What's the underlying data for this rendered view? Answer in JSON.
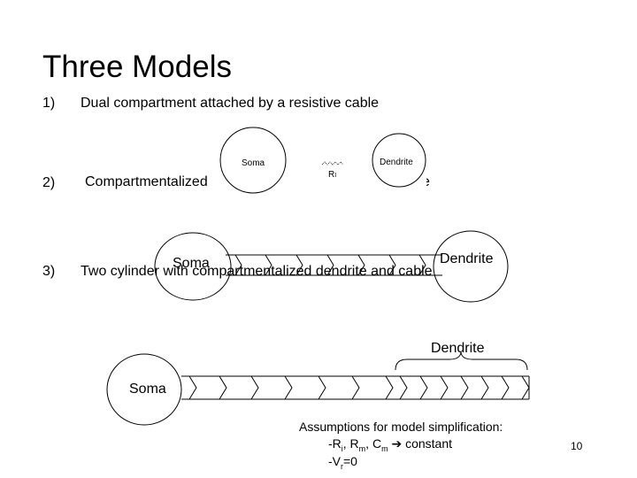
{
  "title": "Three Models",
  "items": [
    {
      "number": "1)",
      "text": "Dual compartment attached by a resistive cable"
    },
    {
      "number": "2)",
      "text": "Compartmentalized",
      "text_tail": "e"
    },
    {
      "number": "3)",
      "text": "Two cylinder with compartmentalized dendrite and cable"
    }
  ],
  "model1": {
    "soma_label": "Soma",
    "dendrite_label": "Dendrite",
    "resistor_label": "R",
    "resistor_sub": "I"
  },
  "model2": {
    "soma_label": "Soma",
    "dendrite_label": "Dendrite"
  },
  "model3": {
    "soma_label": "Soma",
    "dendrite_label": "Dendrite"
  },
  "assumptions": {
    "heading": "Assumptions for model simplification:",
    "line1": {
      "prefix": "-R",
      "sub_i": "i",
      "sep1": ", R",
      "sub_m": "m",
      "sep2": ", C",
      "sub_m2": "m",
      "arrow": "➔",
      "suffix": " constant"
    },
    "line2": {
      "prefix": "-V",
      "sub_r": "r",
      "suffix": "=0"
    }
  },
  "page_number": "10"
}
